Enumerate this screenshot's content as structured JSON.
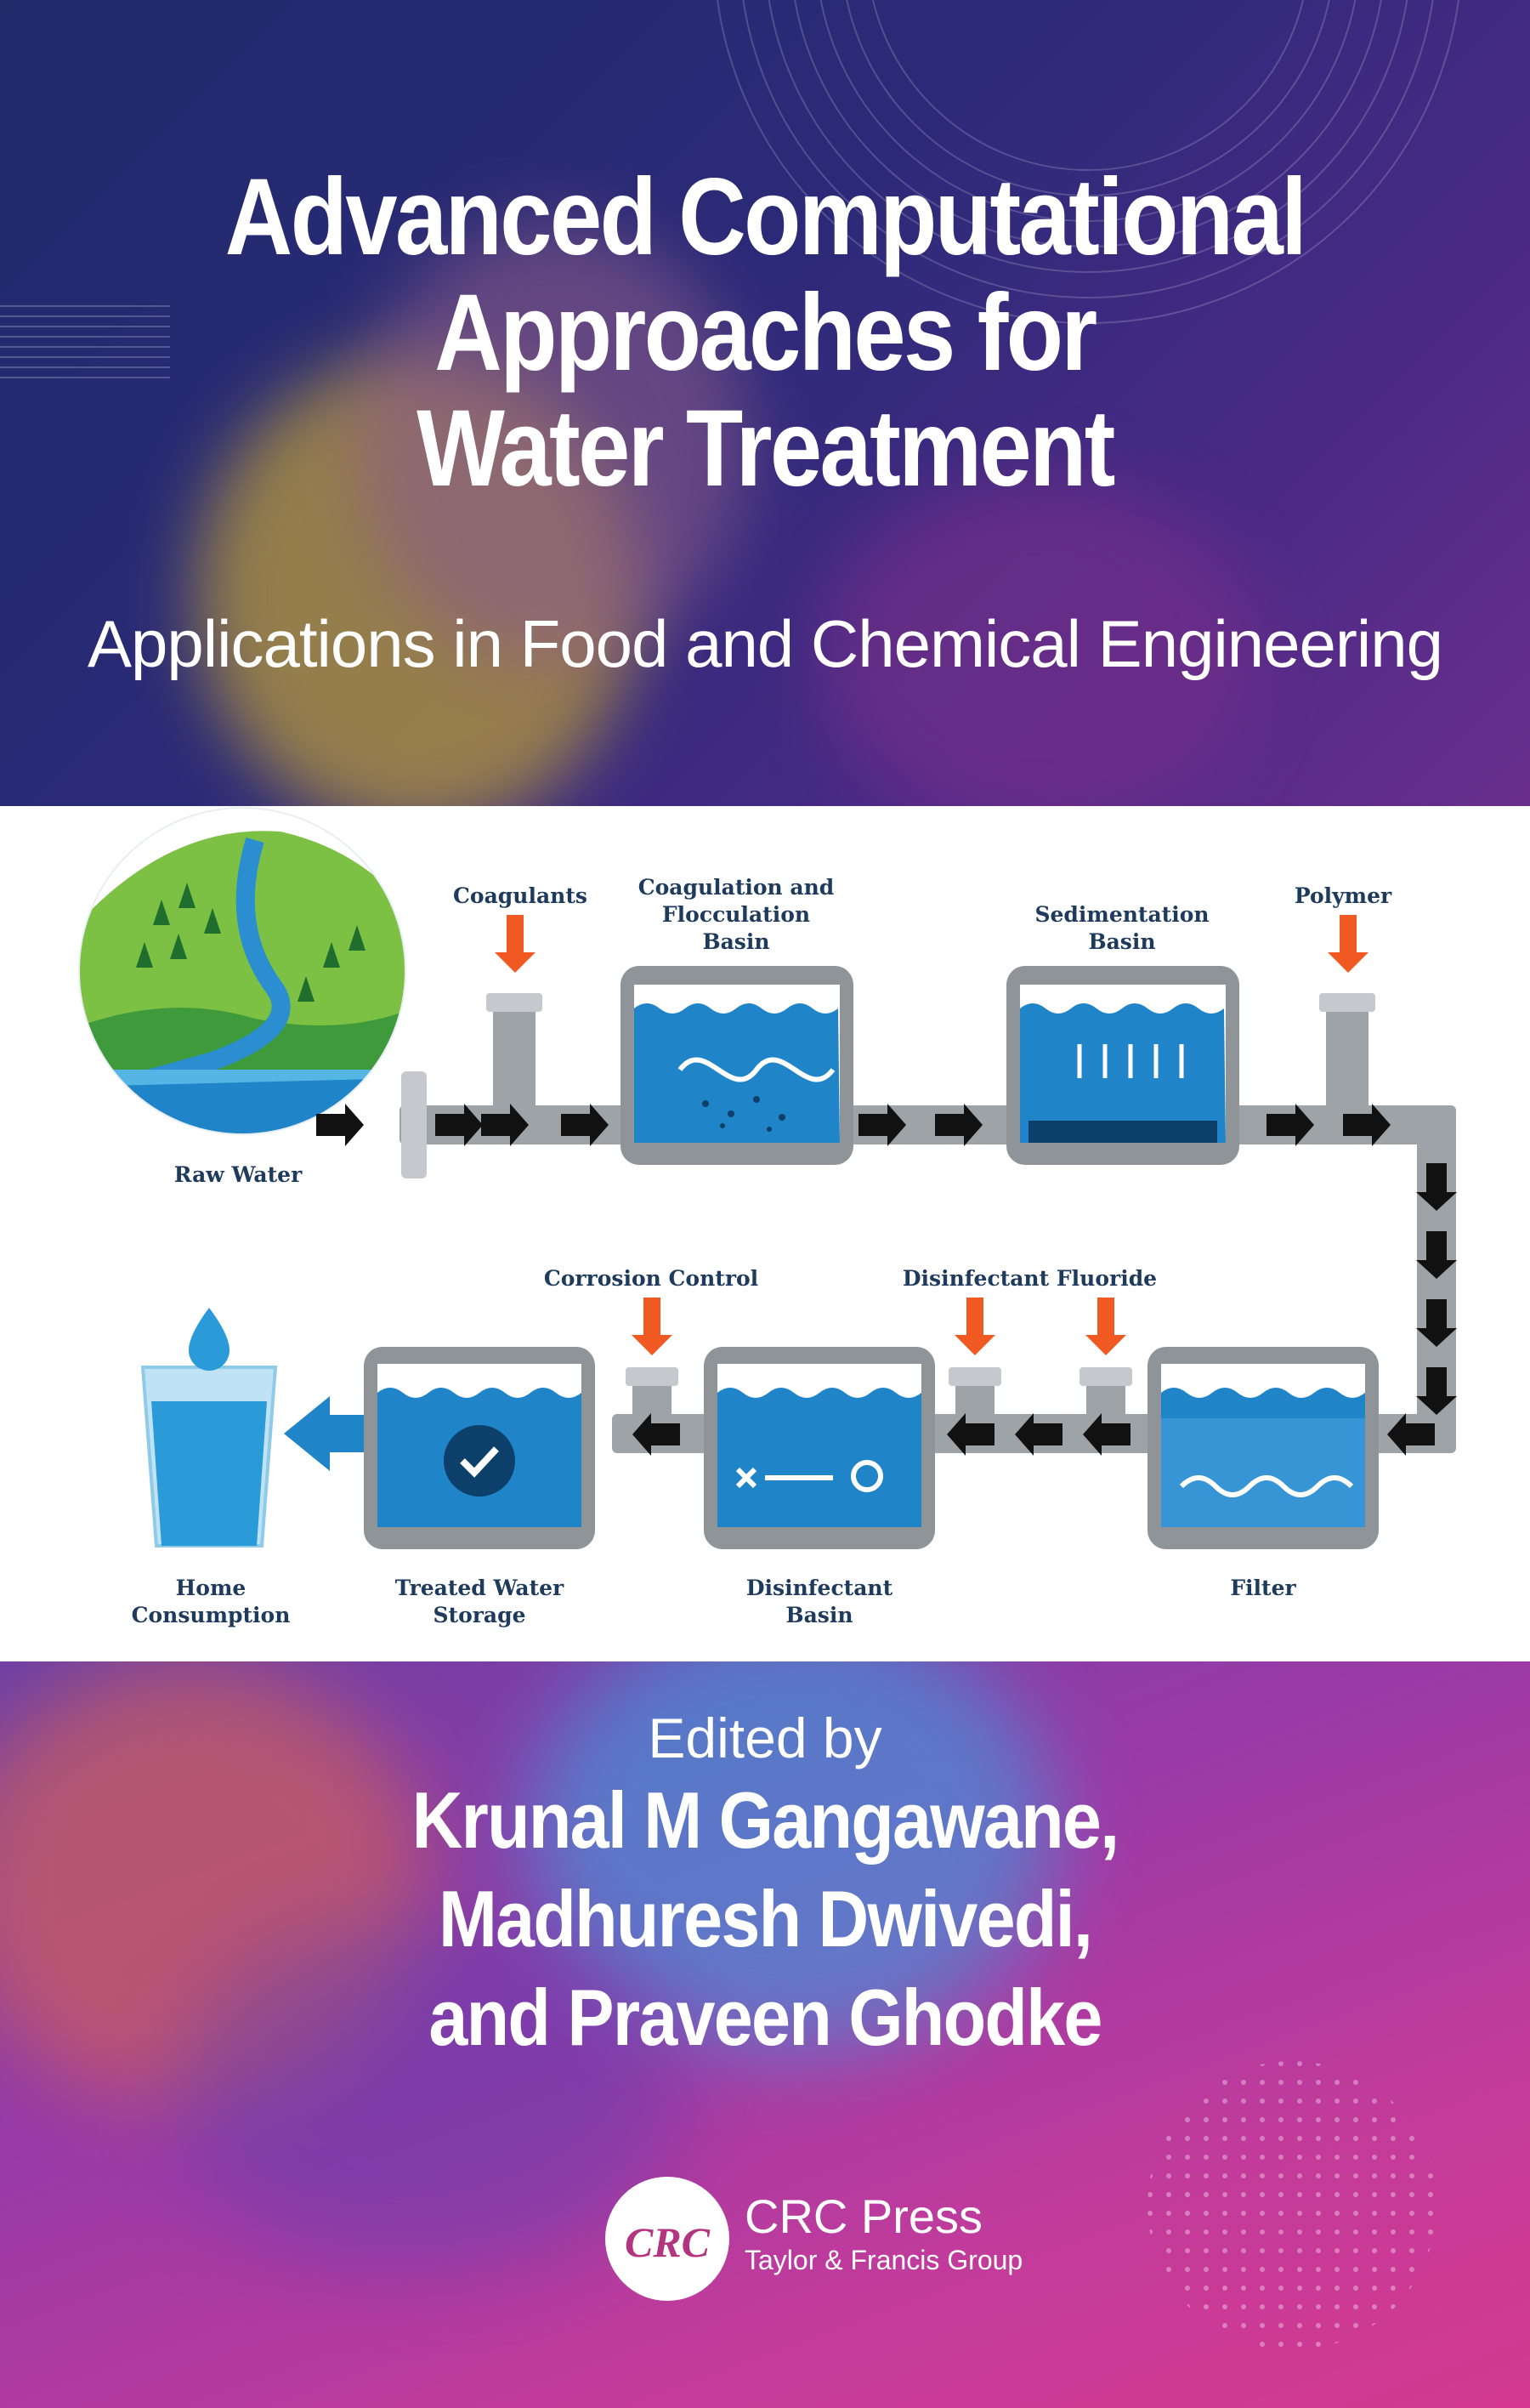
{
  "cover": {
    "title_lines": [
      "Advanced Computational",
      "Approaches for",
      "Water Treatment"
    ],
    "subtitle": "Applications in Food and Chemical Engineering"
  },
  "diagram": {
    "raw_water": "Raw Water",
    "coagulants": "Coagulants",
    "coag_basin": [
      "Coagulation and",
      "Flocculation",
      "Basin"
    ],
    "sed_basin": [
      "Sedimentation",
      "Basin"
    ],
    "polymer": "Polymer",
    "corrosion": "Corrosion Control",
    "disinfectant": "Disinfectant",
    "fluoride": "Fluoride",
    "home": [
      "Home",
      "Consumption"
    ],
    "storage": [
      "Treated Water",
      "Storage"
    ],
    "dis_basin": [
      "Disinfectant",
      "Basin"
    ],
    "filter": "Filter"
  },
  "credits": {
    "edited_by": "Edited by",
    "editors": [
      "Krunal M Gangawane,",
      "Madhuresh Dwivedi,",
      "and Praveen Ghodke"
    ]
  },
  "publisher": {
    "logo_text": "CRC",
    "name": "CRC Press",
    "group": "Taylor & Francis Group"
  },
  "colors": {
    "top_band": "#2c2a78",
    "bottom_band": "#c43b9a",
    "water_blue": "#1f84c8",
    "pipe_gray": "#9ea3a8",
    "arrow_orange": "#f05a22",
    "label_navy": "#1e3a5c"
  }
}
